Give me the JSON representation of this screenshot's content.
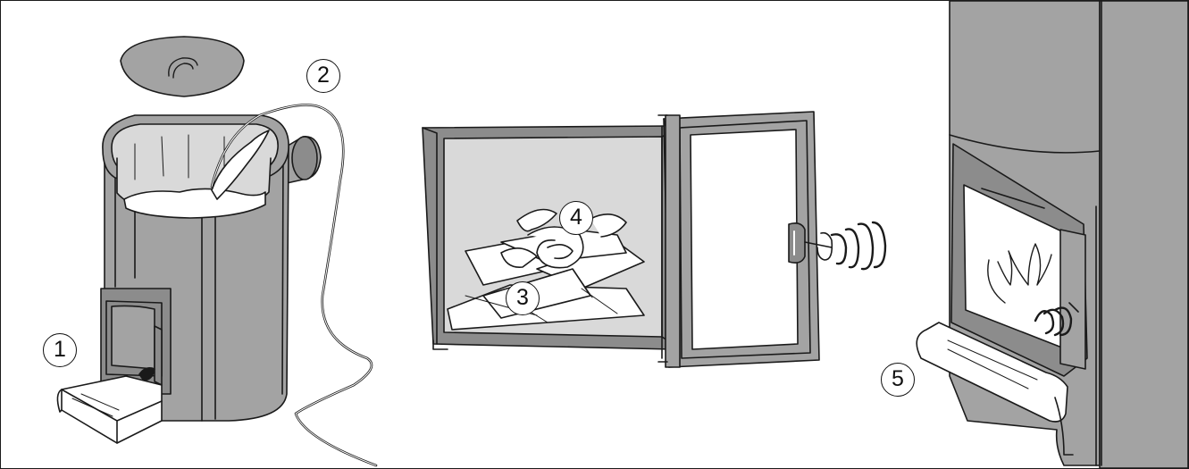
{
  "callouts": [
    {
      "id": "1",
      "label": "1"
    },
    {
      "id": "2",
      "label": "2"
    },
    {
      "id": "3",
      "label": "3"
    },
    {
      "id": "4",
      "label": "4"
    },
    {
      "id": "5",
      "label": "5"
    }
  ],
  "colors": {
    "line": "#1a1a1a",
    "steel": "#a3a3a3",
    "steel_dark": "#8c8c8c",
    "interior": "#d9d9d9",
    "paper": "#ffffff"
  }
}
